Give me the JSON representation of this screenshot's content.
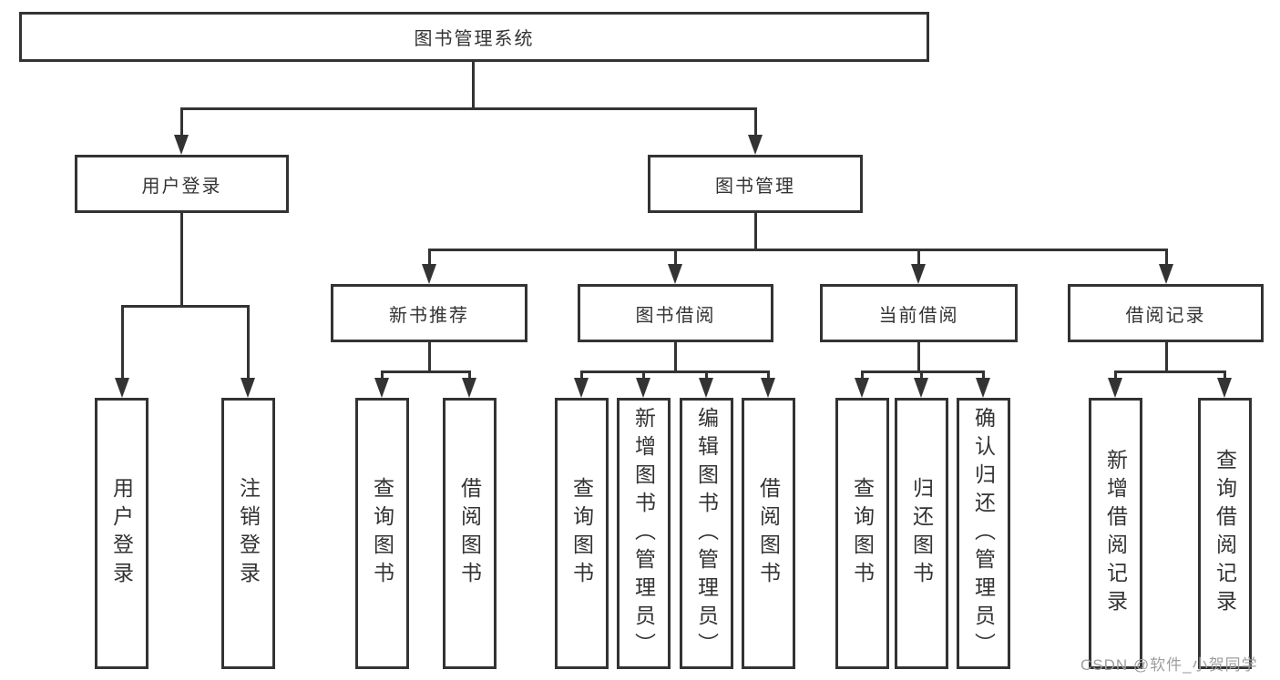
{
  "colors": {
    "line": "#333333",
    "box_border": "#333333",
    "background": "#ffffff",
    "watermark": "#9e9e9e"
  },
  "diagram": {
    "type": "tree",
    "title": "图书管理系统",
    "children": [
      {
        "label": "用户登录",
        "children": [
          {
            "label": "用户登录"
          },
          {
            "label": "注销登录"
          }
        ]
      },
      {
        "label": "图书管理",
        "children": [
          {
            "label": "新书推荐",
            "children": [
              {
                "label": "查询图书"
              },
              {
                "label": "借阅图书"
              }
            ]
          },
          {
            "label": "图书借阅",
            "children": [
              {
                "label": "查询图书"
              },
              {
                "label": "新增图书（管理员）"
              },
              {
                "label": "编辑图书（管理员）"
              },
              {
                "label": "借阅图书"
              }
            ]
          },
          {
            "label": "当前借阅",
            "children": [
              {
                "label": "查询图书"
              },
              {
                "label": "归还图书"
              },
              {
                "label": "确认归还（管理员）"
              }
            ]
          },
          {
            "label": "借阅记录",
            "children": [
              {
                "label": "新增借阅记录"
              },
              {
                "label": "查询借阅记录"
              }
            ]
          }
        ]
      }
    ]
  },
  "watermark": {
    "text": "CSDN @软件_小贺同学"
  }
}
